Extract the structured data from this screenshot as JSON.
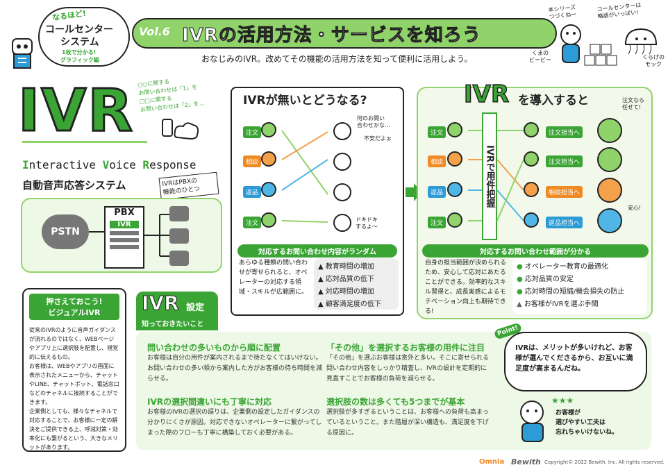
{
  "logo": {
    "line1": "なるほど!",
    "line2": "コールセンター",
    "line3": "システム",
    "line4": "1枚で分かる!",
    "line5": "グラフィック編"
  },
  "header": {
    "vol": "Vol.6",
    "title": "IVRの活用方法・サービスを知ろう",
    "subtitle": "おなじみのIVR。改めてその機能の活用方法を知って便利に活用しよう。"
  },
  "mascots": {
    "bear_name": "くまの\nビービー",
    "cloud_name": "くらげの\nモック",
    "quote1": "本シリーズ\nつづくねー",
    "quote2": "コールセンターは\n略語がいっぱい!"
  },
  "ivr_intro": {
    "big": "IVR",
    "full_I": "I",
    "full_rest1": "nteractive ",
    "full_V": "V",
    "full_rest2": "oice ",
    "full_R": "R",
    "full_rest3": "esponse",
    "jp": "自動音声応答システム",
    "callout": "○○に関する\nお問い合わせは「1」を\n□□に関する\nお問い合わせは「2」を…",
    "tag": "IVRはPBXの\n機能のひとつ"
  },
  "diagram": {
    "pstn": "PSTN",
    "pbx": "PBX",
    "ivr": "IVR"
  },
  "without": {
    "title": "IVRが無いとどうなる?",
    "bar": "対応するお問い合わせ内容がランダム",
    "labels": [
      "注文",
      "相談",
      "返品",
      "注文"
    ],
    "quote1": "何のお問い\n合わせかな…",
    "quote2": "不安だよぉ",
    "quote3": "ドキドキ\nするよ〜",
    "desc": "あらゆる種類の問い合わせが寄せられると、オペレーターの対応する領域・スキルが広範囲に。",
    "bullets": [
      "教育時間の増加",
      "応対品質の低下",
      "対応時間の増加",
      "顧客満足度の低下"
    ]
  },
  "with": {
    "title_pre": "IVR",
    "title_post": "を導入すると",
    "center": "IVRで用件把握",
    "labels": [
      "注文",
      "相談",
      "返品",
      "注文"
    ],
    "routes": [
      "注文担当へ",
      "注文担当へ",
      "相談担当へ",
      "返品担当へ"
    ],
    "quote1": "注文なら\n任せて!",
    "quote2": "安心!",
    "bar": "対応するお問い合わせ範囲が分かる",
    "desc": "自身の担当範囲が決められるため、安心して応対にあたることができる。効率的なスキル習得と、成長実感によるモチベーション向上も期待できる!",
    "bullets": [
      "オペレーター教育の最適化",
      "応対品質の安定",
      "応対時間の短縮/機会損失の防止",
      "お客様がIVRを選ぶ手間"
    ]
  },
  "visual": {
    "title": "押さえておこう!\nビジュアルIVR",
    "body": "従来のIVRのように音声ガイダンスが流れるのではなく、WEBページやアプリ上に選択肢を配置し、視覚的に伝えるもの。\nお客様は、WEBやアプリの画面に表示されたメニューから、チャットやLINE、チャットボット、電話窓口などのチャネルに接続することができます。\n企業側としても、様々なチャネルで対応することで、お客様に一定の解決をご提供できる上、呼減対策・効率化にも繋がるという、大きなメリットがあります。"
  },
  "settings": {
    "title": "IVR",
    "title2": "設定",
    "sub": "知っておきたいこと",
    "s1_title": "問い合わせの多いものから順に配置",
    "s1_body": "お客様は自分の用件が案内されるまで待たなくてはいけない。お問い合わせの多い順から案内した方がお客様の待ち時間を減らせる。",
    "s2_title": "IVRの選択間違いにも丁寧に対応",
    "s2_body": "お客様のIVRの選択の誤りは、企業側の設定したガイダンスの分かりにくさが原因。対応できないオペレーターに繋がってしまった際のフローも丁寧に構築しておく必要がある。",
    "s3_title": "「その他」を選択するお客様の用件に注目",
    "s3_body": "「その他」を選ぶお客様は意外と多い。そこに寄せられる問い合わせ内容をしっかり精査し、IVRの設計を定期的に見直すことでお客様の負荷を減らせる。",
    "s4_title": "選択肢の数は多くても5つまでが基本",
    "s4_body": "選択肢が多すぎるということは、お客様への負荷も高まっているということ。また階層が深い構造も、満足度を下げる原因に。"
  },
  "point": {
    "tag": "Point!",
    "text": "IVRは、メリットが多いけれど、お客様が選んでくださるから、お互いに満足度が高まるんだね。",
    "text2": "お客様が\n選びやすい工夫は\n忘れちゃいけないね。"
  },
  "footer": {
    "brand1": "Omnia",
    "brand2": "Bewith",
    "copyright": "Copyright© 2022 Bewith, Inc. All rights reserved."
  }
}
